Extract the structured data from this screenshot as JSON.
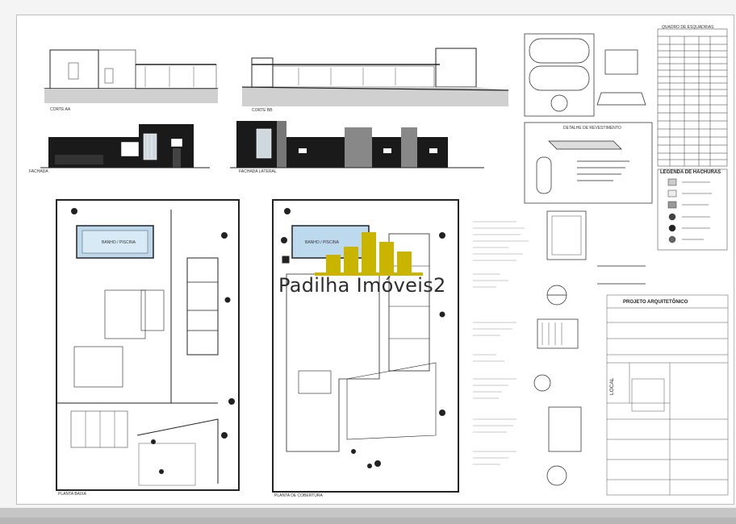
{
  "watermark": {
    "brand_text": "Padilha Imóveis2",
    "brand_color": "#c9b400",
    "text_color": "#2d2d2d"
  },
  "drawing": {
    "title_block_heading": "PROJETO ARQUITETÔNICO",
    "legend_heading": "LEGENDA DE HACHURAS",
    "quadro_heading": "QUADRO DE ESQUADRIAS",
    "pool_label_left": "BANHO / PISCINA",
    "pool_label_right": "BANHO / PISCINA",
    "section_label_1": "CORTE AA",
    "section_label_2": "CORTE BB",
    "elevation_label_1": "FACHADA",
    "elevation_label_2": "FACHADA LATERAL",
    "plan_label_left": "PLANTA BAIXA",
    "plan_label_right": "PLANTA DE COBERTURA",
    "detail_label": "DETALHE DE REVESTIMENTO",
    "local_label": "LOCAL"
  },
  "colors": {
    "line": "#222222",
    "pool": "#bcd9ee",
    "facade_dark": "#1a1a1a",
    "sheet_bg": "#ffffff",
    "outer_bg": "#f4f4f4"
  }
}
